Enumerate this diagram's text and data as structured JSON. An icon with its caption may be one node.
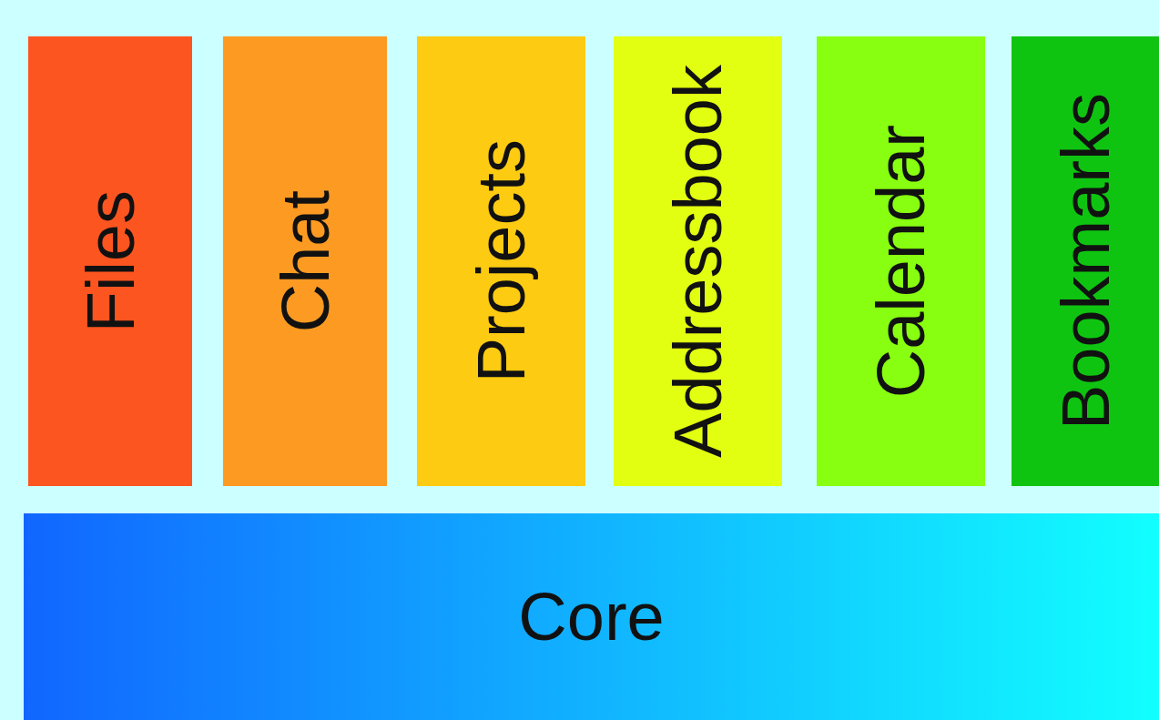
{
  "diagram": {
    "nodes": [
      {
        "text": [
          "Files"
        ]
      },
      {
        "text": [
          "Chat"
        ]
      },
      {
        "text": [
          "Projects"
        ]
      },
      {
        "text": [
          "Addressbook"
        ]
      },
      {
        "text": [
          "Calendar"
        ]
      },
      {
        "text": [
          "Bookmarks"
        ]
      },
      {
        "text": [
          "Core"
        ]
      }
    ],
    "edges": []
  }
}
